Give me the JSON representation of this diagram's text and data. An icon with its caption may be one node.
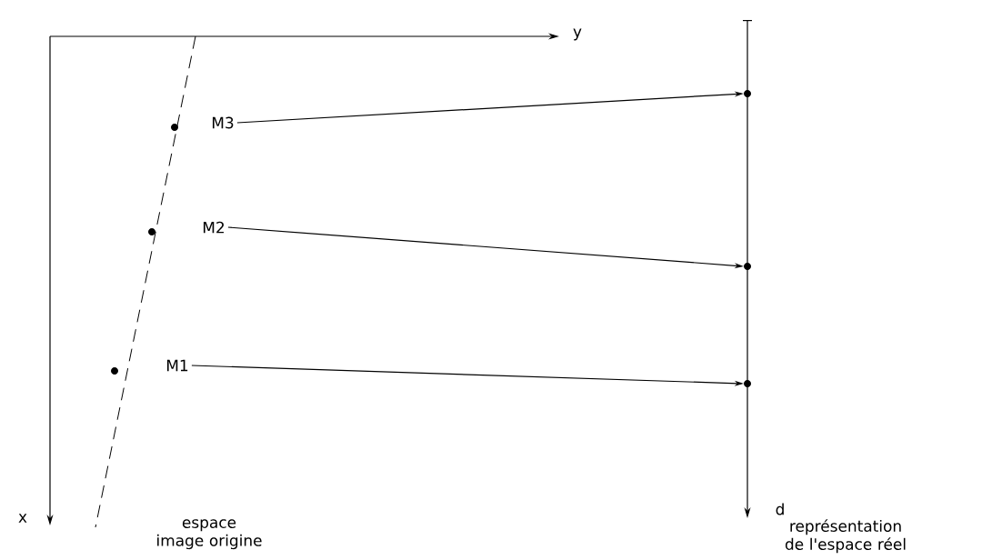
{
  "diagram": {
    "nodes": [
      {
        "text": [
          "M3"
        ]
      },
      {
        "text": [
          "M2"
        ]
      },
      {
        "text": [
          "M1"
        ]
      },
      {
        "text": [],
        "shape": "circle"
      },
      {
        "text": [],
        "shape": "circle"
      },
      {
        "text": [],
        "shape": "circle"
      }
    ],
    "edges": [
      {
        "from": 0,
        "to": 3,
        "arrow": "to"
      },
      {
        "from": 1,
        "to": 4,
        "arrow": "to"
      },
      {
        "from": 2,
        "to": 5,
        "arrow": "to"
      }
    ],
    "labels": [
      "y",
      "x",
      "d",
      "espace image origine",
      "représentation de l'espace réel"
    ]
  }
}
